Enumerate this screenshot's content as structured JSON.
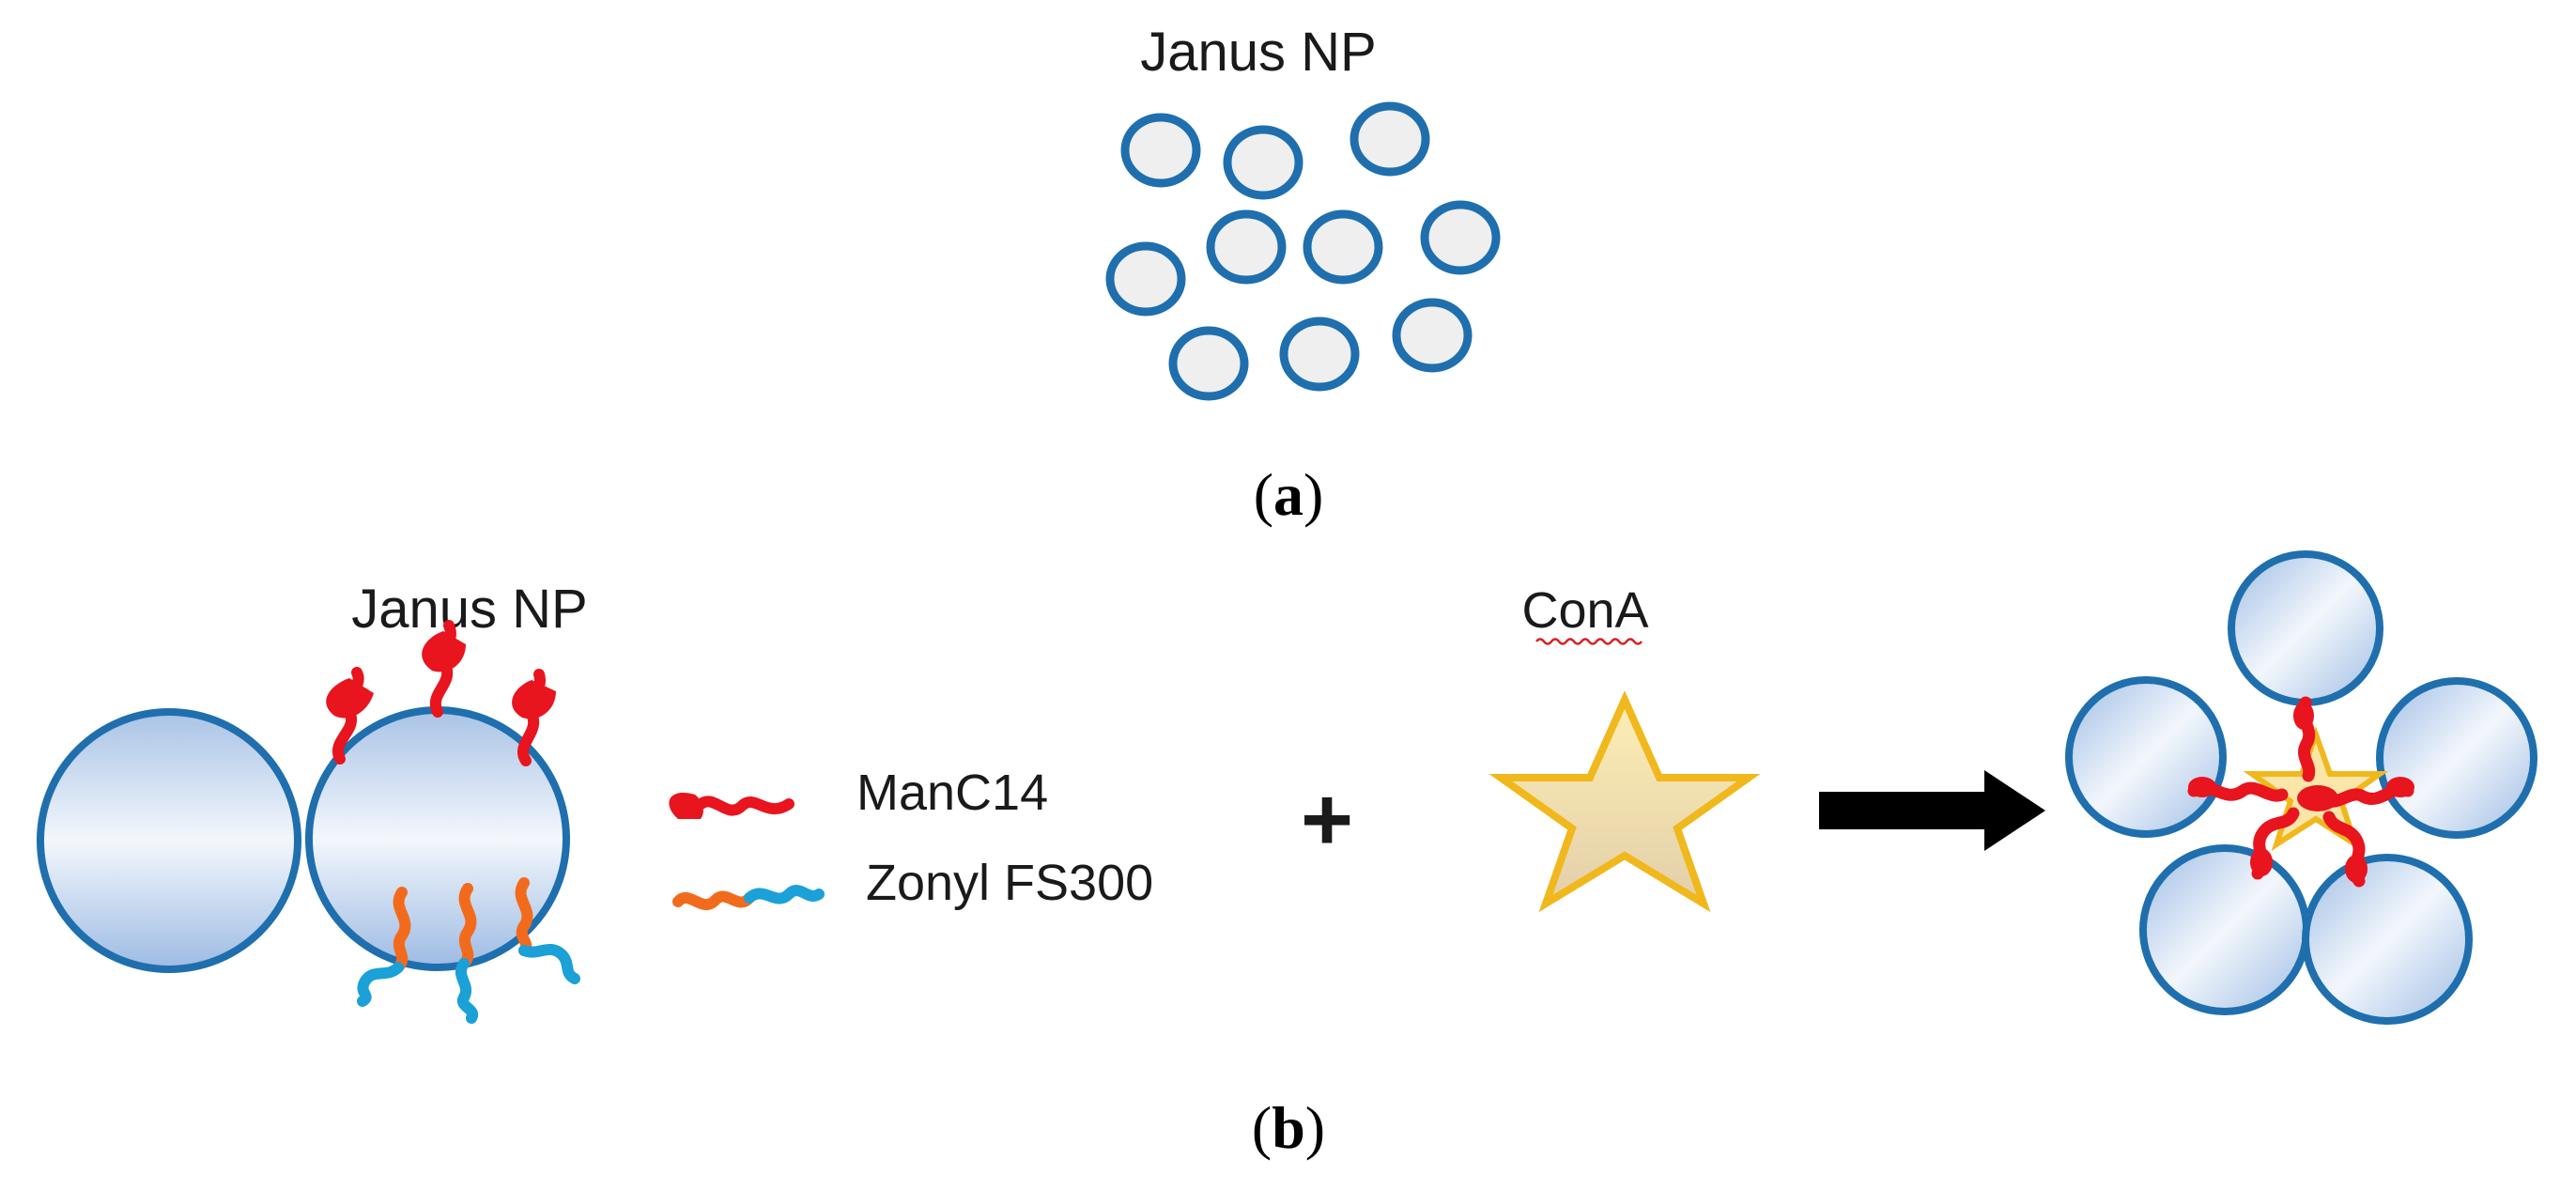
{
  "panel_a": {
    "title": "Janus NP",
    "caption_letter": "a",
    "particle_count": 10
  },
  "panel_b": {
    "janus_label": "Janus NP",
    "legend": {
      "mannose_label": "ManC14",
      "zonyl_label": "Zonyl FS300"
    },
    "plus_sign": "+",
    "protein_label": "ConA",
    "caption_letter": "b"
  },
  "colors": {
    "particle_outline": "#1f6fae",
    "particle_fill": "#efefef",
    "janus_gradient": "#a8c4e6",
    "mannose": "#e8141e",
    "zonyl_orange": "#f26b1d",
    "zonyl_blue": "#1ba0d8",
    "star_outline": "#f0b81c",
    "star_fill": "#fae6a8",
    "arrow": "#000000"
  }
}
